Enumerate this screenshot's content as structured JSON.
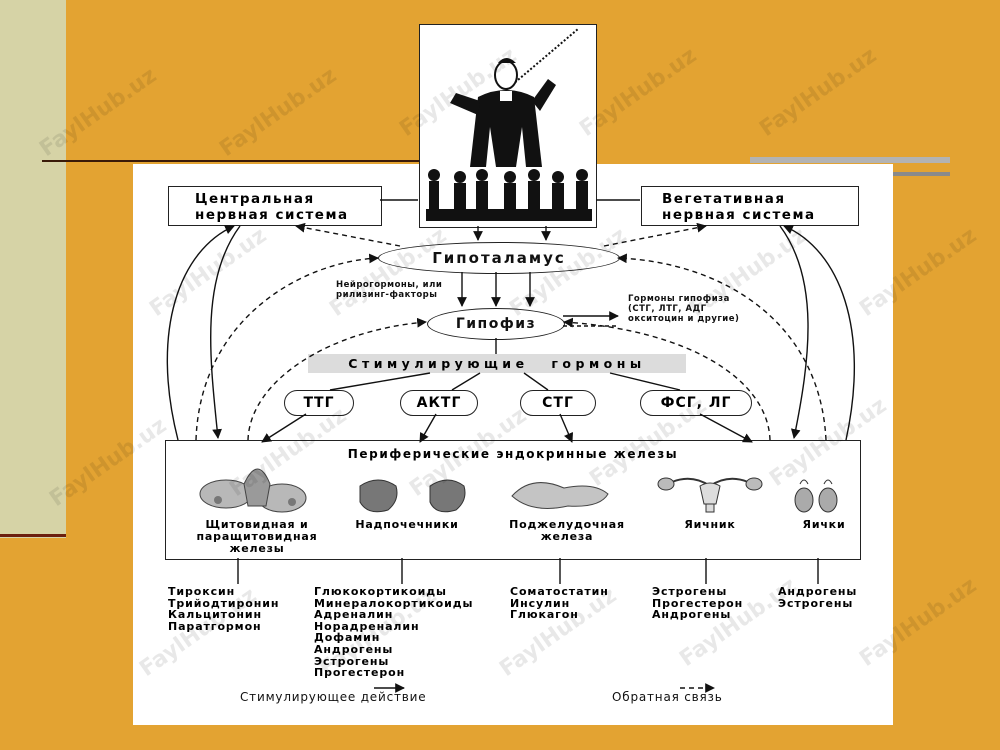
{
  "watermark": "FaylHub.uz",
  "boxes": {
    "cns": [
      "Центральная",
      "нервная система"
    ],
    "ans": [
      "Вегетативная",
      "нервная система"
    ]
  },
  "hypothalamus": "Гипоталамус",
  "neurohormones_note": [
    "Нейрогормоны, или",
    "рилизинг-факторы"
  ],
  "pituitary": "Гипофиз",
  "pituitary_hormones_note": [
    "Гормоны гипофиза",
    "(СТГ, ЛТГ, АДГ",
    "окситоцин и другие)"
  ],
  "stimulating_hormones": "Стимулирующие гормоны",
  "tropic_hormones": [
    "ТТГ",
    "АКТГ",
    "СТГ",
    "ФСГ, ЛГ"
  ],
  "peripheral_title": "Периферические эндокринные железы",
  "glands": [
    {
      "name": [
        "Щитовидная и",
        "паращитовидная",
        "железы"
      ],
      "icon": "thyroid-icon"
    },
    {
      "name": [
        "Надпочечники"
      ],
      "icon": "adrenal-icon"
    },
    {
      "name": [
        "Поджелудочная",
        "железа"
      ],
      "icon": "pancreas-icon"
    },
    {
      "name": [
        "Яичник"
      ],
      "icon": "ovary-icon"
    },
    {
      "name": [
        "Яички"
      ],
      "icon": "testes-icon"
    }
  ],
  "hormones": [
    [
      "Тироксин",
      "Трийодтиронин",
      "Кальцитонин",
      "Паратгормон"
    ],
    [
      "Глюкокортикоиды",
      "Минералокортикоиды",
      "Адреналин",
      "Норадреналин",
      "Дофамин",
      "Андрогены",
      "Эстрогены",
      "Прогестерон"
    ],
    [
      "Соматостатин",
      "Инсулин",
      "Глюкагон"
    ],
    [
      "Эстрогены",
      "Прогестерон",
      "Андрогены"
    ],
    [
      "Андрогены",
      "Эстрогены"
    ]
  ],
  "legend": {
    "stimulating": "Стимулирующее действие",
    "feedback": "Обратная связь"
  },
  "colors": {
    "background": "#e3a332",
    "side_band": "#d6d3a6",
    "panel": "#ffffff",
    "ink": "#222222"
  }
}
